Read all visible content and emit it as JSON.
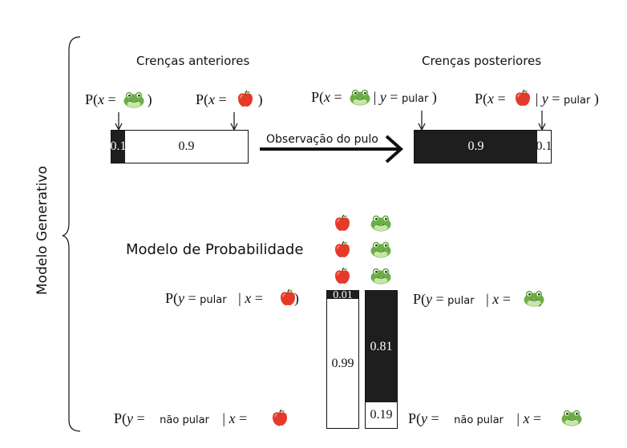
{
  "side_label": "Modelo Generativo",
  "prior": {
    "title": "Crenças anteriores",
    "formula_frog": {
      "pre": "P(",
      "var": "x",
      "eq": " = ",
      "post": " )"
    },
    "formula_apple": {
      "pre": "P(",
      "var": "x",
      "eq": " = ",
      "post": " )"
    },
    "bar": {
      "frog_value": "0.1",
      "apple_value": "0.9",
      "frog_fraction": 0.1
    }
  },
  "observation_label": "Observação do pulo",
  "posterior": {
    "title": "Crenças posteriores",
    "formula_frog": {
      "pre": "P(",
      "var": "x",
      "eq": " = ",
      "mid": " | ",
      "y": "y",
      "eq2": " = ",
      "word": "pular",
      "post": " )"
    },
    "formula_apple": {
      "pre": "P(",
      "var": "x",
      "eq": " = ",
      "mid": " | ",
      "y": "y",
      "eq2": " = ",
      "word": "pular",
      "post": " )"
    },
    "bar": {
      "frog_value": "0.9",
      "apple_value": "0.1",
      "frog_fraction": 0.9
    }
  },
  "likelihood": {
    "title": "Modelo de Probabilidade",
    "apple_bar": {
      "jump_value": "0.01",
      "nojump_value": "0.99",
      "jump_fraction": 0.01
    },
    "frog_bar": {
      "jump_value": "0.81",
      "nojump_value": "0.19",
      "jump_fraction": 0.81
    },
    "formula_jump_apple": {
      "pre": "P(",
      "y": "y",
      "eq": " = ",
      "word": "pular",
      "mid": " | ",
      "x": "x",
      "eq2": " = ",
      "post": " )"
    },
    "formula_jump_frog": {
      "pre": "P(",
      "y": "y",
      "eq": " = ",
      "word": "pular",
      "mid": " | ",
      "x": "x",
      "eq2": " = ",
      "post": ")"
    },
    "formula_nojump_apple": {
      "pre": "P(",
      "y": "y",
      "eq": " = ",
      "word": "não pular",
      "mid": " | ",
      "x": "x",
      "eq2": " = ",
      "post": " )"
    },
    "formula_nojump_frog": {
      "pre": "P(",
      "y": "y",
      "eq": " = ",
      "word": "não pular",
      "mid": " | ",
      "x": "x",
      "eq2": " = ",
      "post": " )"
    }
  },
  "icons": {
    "apple": "apple-icon",
    "frog": "frog-icon"
  },
  "colors": {
    "dark": "#1e1e1e",
    "apple": "#e53a2a",
    "frog": "#6aae45"
  }
}
